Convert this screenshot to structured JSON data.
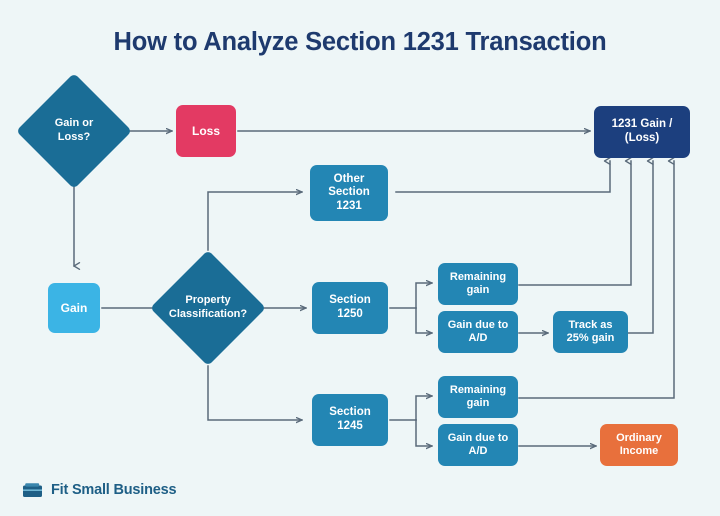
{
  "page": {
    "title": "How to Analyze Section 1231 Transaction",
    "background_color": "#eef6f7",
    "title_color": "#1e3a6e"
  },
  "footer": {
    "brand": "Fit Small Business",
    "icon": "briefcase-icon",
    "color": "#1e5f86"
  },
  "palette": {
    "dark_teal": "#1a6d96",
    "medium_teal": "#2386b4",
    "light_blue": "#3bb4e5",
    "navy": "#1c3f7e",
    "pink": "#e33a63",
    "orange": "#e8703c",
    "wire": "#5a6a7a"
  },
  "nodes": [
    {
      "id": "gain-or-loss",
      "label": "Gain or\nLoss?",
      "shape": "diamond",
      "color": "#1a6d96"
    },
    {
      "id": "loss",
      "label": "Loss",
      "shape": "rect",
      "color": "#e33a63"
    },
    {
      "id": "gain",
      "label": "Gain",
      "shape": "rect",
      "color": "#3bb4e5"
    },
    {
      "id": "property-classification",
      "label": "Property\nClassification?",
      "shape": "diamond",
      "color": "#1a6d96"
    },
    {
      "id": "other-section-1231",
      "label": "Other\nSection\n1231",
      "shape": "rect",
      "color": "#2386b4"
    },
    {
      "id": "section-1250",
      "label": "Section\n1250",
      "shape": "rect",
      "color": "#2386b4"
    },
    {
      "id": "section-1245",
      "label": "Section\n1245",
      "shape": "rect",
      "color": "#2386b4"
    },
    {
      "id": "remaining-gain-1250",
      "label": "Remaining\ngain",
      "shape": "rect",
      "color": "#2386b4"
    },
    {
      "id": "gain-due-to-ad-1250",
      "label": "Gain due to\nA/D",
      "shape": "rect",
      "color": "#2386b4"
    },
    {
      "id": "remaining-gain-1245",
      "label": "Remaining\ngain",
      "shape": "rect",
      "color": "#2386b4"
    },
    {
      "id": "gain-due-to-ad-1245",
      "label": "Gain due to\nA/D",
      "shape": "rect",
      "color": "#2386b4"
    },
    {
      "id": "track-as-25-gain",
      "label": "Track as\n25% gain",
      "shape": "rect",
      "color": "#2386b4"
    },
    {
      "id": "ordinary-income",
      "label": "Ordinary\nIncome",
      "shape": "rect",
      "color": "#e8703c"
    },
    {
      "id": "result-1231",
      "label": "1231 Gain /\n(Loss)",
      "shape": "rect",
      "color": "#1c3f7e"
    }
  ],
  "labels": {
    "gain_or_loss": "Gain or\nLoss?",
    "loss": "Loss",
    "gain": "Gain",
    "property_classification": "Property\nClassification?",
    "other_section_1231": "Other\nSection\n1231",
    "section_1250": "Section\n1250",
    "section_1245": "Section\n1245",
    "remaining_gain_1250": "Remaining\ngain",
    "gain_due_to_ad_1250": "Gain due to\nA/D",
    "remaining_gain_1245": "Remaining\ngain",
    "gain_due_to_ad_1245": "Gain due to\nA/D",
    "track_as_25_gain": "Track as\n25% gain",
    "ordinary_income": "Ordinary\nIncome",
    "result_1231": "1231 Gain /\n(Loss)"
  },
  "edges": [
    {
      "from": "gain-or-loss",
      "to": "loss"
    },
    {
      "from": "loss",
      "to": "result-1231"
    },
    {
      "from": "gain-or-loss",
      "to": "gain"
    },
    {
      "from": "gain",
      "to": "property-classification"
    },
    {
      "from": "property-classification",
      "to": "other-section-1231"
    },
    {
      "from": "property-classification",
      "to": "section-1250"
    },
    {
      "from": "property-classification",
      "to": "section-1245"
    },
    {
      "from": "other-section-1231",
      "to": "result-1231"
    },
    {
      "from": "section-1250",
      "to": "remaining-gain-1250"
    },
    {
      "from": "section-1250",
      "to": "gain-due-to-ad-1250"
    },
    {
      "from": "remaining-gain-1250",
      "to": "result-1231"
    },
    {
      "from": "gain-due-to-ad-1250",
      "to": "track-as-25-gain"
    },
    {
      "from": "track-as-25-gain",
      "to": "result-1231"
    },
    {
      "from": "section-1245",
      "to": "remaining-gain-1245"
    },
    {
      "from": "section-1245",
      "to": "gain-due-to-ad-1245"
    },
    {
      "from": "remaining-gain-1245",
      "to": "result-1231"
    },
    {
      "from": "gain-due-to-ad-1245",
      "to": "ordinary-income"
    }
  ]
}
